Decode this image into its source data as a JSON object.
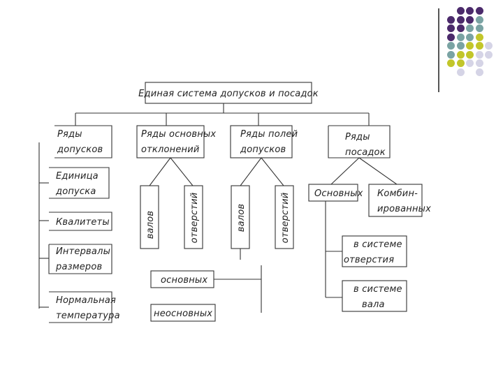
{
  "diagram": {
    "root": "Единая система допусков и посадок",
    "branches": {
      "tolerance_series": "Ряды допусков",
      "main_deviation_series": "Ряды основных отклонений",
      "tolerance_field_series": "Ряды полей допусков",
      "fit_series": "Ряды посадок"
    },
    "tolerance_series_items": [
      "Единица допуска",
      "Квалитеты",
      "Интервалы размеров",
      "Нормальная температура"
    ],
    "main_deviation_children": [
      "валов",
      "отверстий"
    ],
    "tolerance_field_children": [
      "валов",
      "отверстий"
    ],
    "field_kinds": [
      "основных",
      "неосновных"
    ],
    "fit_children": [
      "Основных",
      "Комбинированных"
    ],
    "fit_systems": [
      "в системе отверстия",
      "в системе вала"
    ]
  },
  "decor": {
    "dot_colors": {
      "purple": "#4b2a6b",
      "teal": "#7aa3a3",
      "olive": "#c2c62a",
      "lavender": "#d5d4e6"
    }
  }
}
